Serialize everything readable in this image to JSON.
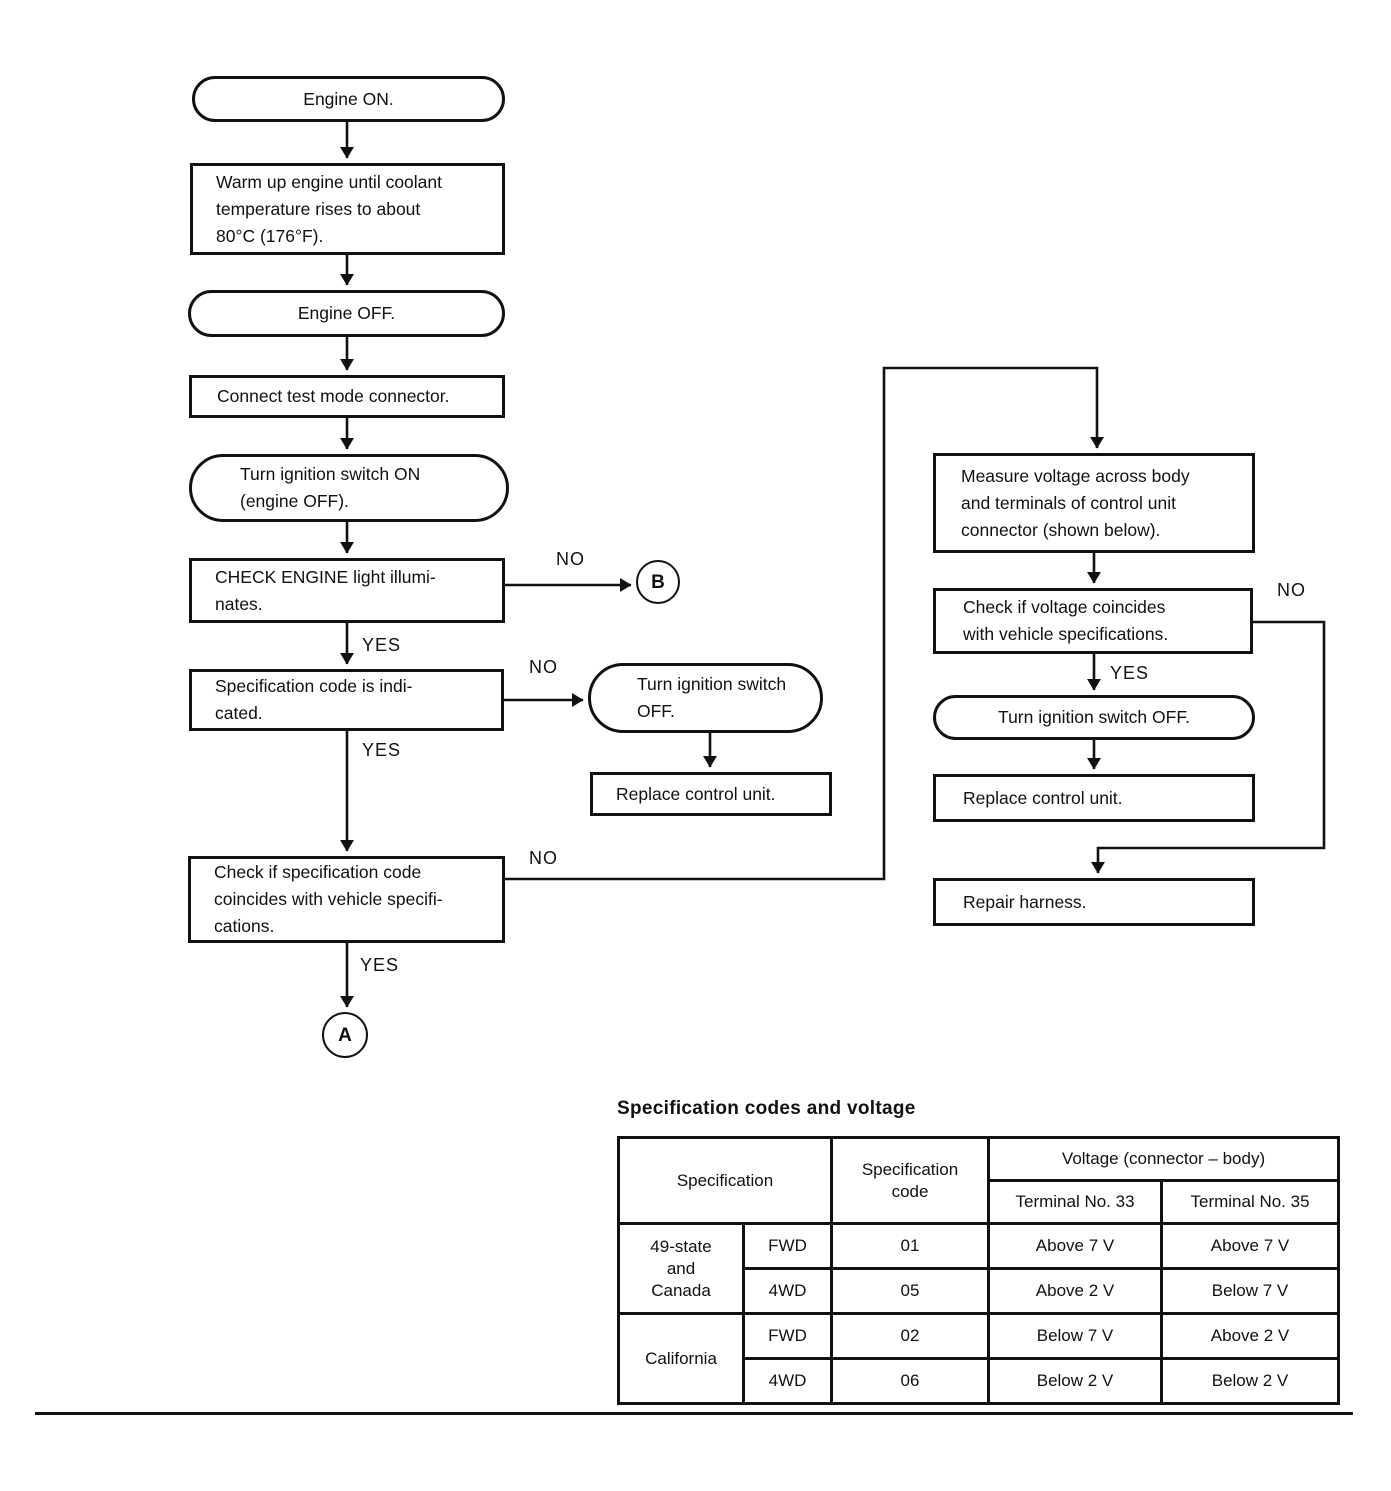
{
  "labels": {
    "yes": "YES",
    "no": "NO"
  },
  "nodes": {
    "engine_on": "Engine ON.",
    "warm_up": "Warm up engine until coolant\ntemperature rises to about\n80°C (176°F).",
    "engine_off": "Engine OFF.",
    "connect_test": "Connect test mode connector.",
    "ignition_on": "Turn ignition switch ON\n(engine OFF).",
    "check_engine": "CHECK ENGINE light illumi-\nnates.",
    "spec_code": "Specification code is indi-\ncated.",
    "check_spec": "Check if specification code\ncoincides with vehicle specifi-\ncations.",
    "connector_a": "A",
    "connector_b": "B",
    "ignition_off_mid": "Turn ignition switch\nOFF.",
    "replace_mid": "Replace control unit.",
    "measure": "Measure voltage across body\nand terminals of control unit\nconnector (shown below).",
    "check_voltage": "Check if voltage coincides\nwith vehicle specifications.",
    "ignition_off_right": "Turn ignition switch OFF.",
    "replace_right": "Replace control unit.",
    "repair": "Repair harness."
  },
  "table": {
    "title": "Specification codes and voltage",
    "header": {
      "specification": "Specification",
      "spec_code": "Specification\ncode",
      "voltage": "Voltage (connector – body)",
      "terminal_33": "Terminal No. 33",
      "terminal_35": "Terminal No. 35"
    },
    "rows": [
      {
        "group": "49-state\nand\nCanada",
        "drive": "FWD",
        "code": "01",
        "terminal_33": "Above 7 V",
        "terminal_35": "Above 7 V"
      },
      {
        "drive": "4WD",
        "code": "05",
        "terminal_33": "Above 2 V",
        "terminal_35": "Below 7 V"
      },
      {
        "group": "California",
        "drive": "FWD",
        "code": "02",
        "terminal_33": "Below 7 V",
        "terminal_35": "Above 2 V"
      },
      {
        "drive": "4WD",
        "code": "06",
        "terminal_33": "Below 2 V",
        "terminal_35": "Below 2 V"
      }
    ]
  }
}
